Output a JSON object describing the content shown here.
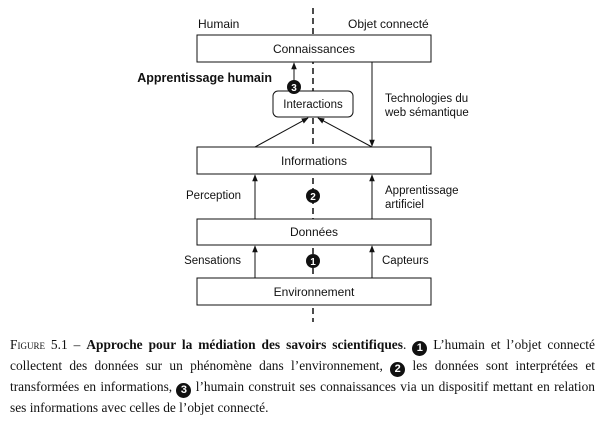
{
  "diagram": {
    "side_left": "Humain",
    "side_right": "Objet connecté",
    "boxes": {
      "connaissances": "Connaissances",
      "interactions": "Interactions",
      "informations": "Informations",
      "donnees": "Données",
      "environnement": "Environnement"
    },
    "labels": {
      "apprentissage_humain": "Apprentissage humain",
      "technologies_line1": "Technologies du",
      "technologies_line2": "web sémantique",
      "perception": "Perception",
      "apprentissage_artificiel_line1": "Apprentissage",
      "apprentissage_artificiel_line2": "artificiel",
      "sensations": "Sensations",
      "capteurs": "Capteurs"
    },
    "markers": {
      "m1": "1",
      "m2": "2",
      "m3": "3"
    }
  },
  "caption": {
    "figure_label": "Figure 5.1 –",
    "title": "Approche pour la médiation des savoirs scientifiques",
    "after_title": ".",
    "m1": "1",
    "part1": " L’humain et l’objet connecté collectent des données sur un phénomène dans l’environnement, ",
    "m2": "2",
    "part2": " les données sont interprétées et transformées en informations, ",
    "m3": "3",
    "part3": " l’humain construit ses connaissances via un dispositif mettant en relation ses informations avec celles de l’objet connecté."
  }
}
